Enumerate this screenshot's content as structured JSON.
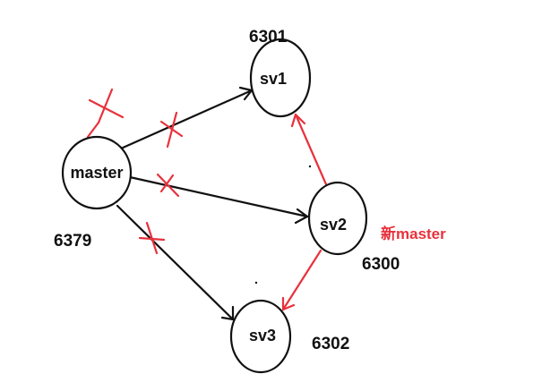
{
  "colors": {
    "ink": "#111111",
    "red": "#e8313c"
  },
  "nodes": {
    "master": {
      "label": "master",
      "port": "6379"
    },
    "sv1": {
      "label": "sv1",
      "port": "6301"
    },
    "sv2": {
      "label": "sv2",
      "port": "6300",
      "role_label": "新master"
    },
    "sv3": {
      "label": "sv3",
      "port": "6302"
    }
  },
  "edges": [
    {
      "from": "master",
      "to": "sv1",
      "color": "black",
      "crossed": true
    },
    {
      "from": "master",
      "to": "sv2",
      "color": "black",
      "crossed": true
    },
    {
      "from": "master",
      "to": "sv3",
      "color": "black",
      "crossed": true
    },
    {
      "from": "sv2",
      "to": "sv1",
      "color": "red",
      "crossed": false
    },
    {
      "from": "sv2",
      "to": "sv3",
      "color": "red",
      "crossed": false
    }
  ],
  "master_crossed": true
}
